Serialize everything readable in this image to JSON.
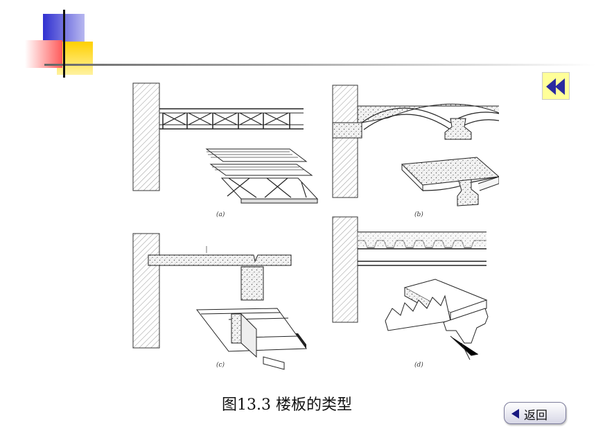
{
  "caption": "图13.3  楼板的类型",
  "panels": [
    {
      "label": "(a)"
    },
    {
      "label": "(b)"
    },
    {
      "label": "(c)"
    },
    {
      "label": "(d)"
    }
  ],
  "buttons": {
    "return_label": "返回"
  },
  "icons": {
    "back": "double-left-arrow-icon",
    "return": "left-triangle-icon"
  },
  "colors": {
    "deco_blue": "#3a3ad4",
    "deco_red": "#ff6a6a",
    "deco_yellow": "#ffd200",
    "back_button_bg": "#ffff99",
    "back_arrow": "#2a2aa0"
  }
}
